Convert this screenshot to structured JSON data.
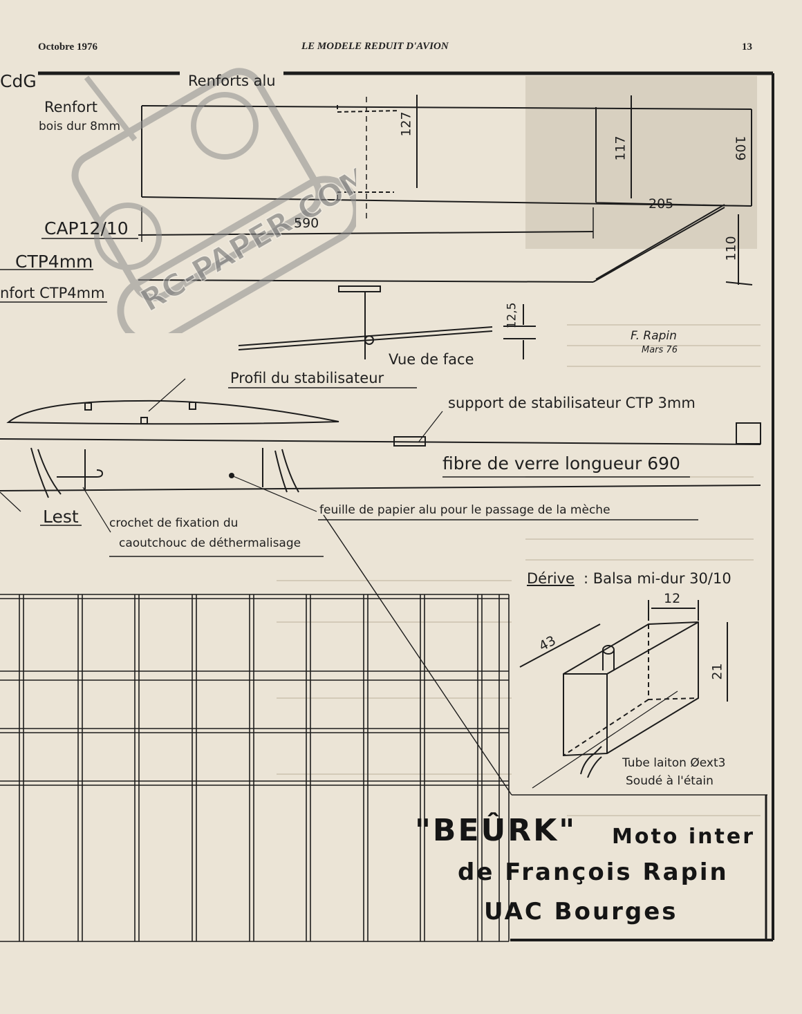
{
  "header": {
    "date": "Octobre 1976",
    "magazine": "LE MODELE REDUIT D'AVION",
    "page": "13"
  },
  "labels": {
    "cdg": "CdG",
    "renfort": "Renfort",
    "bois_dur": "bois dur 8mm",
    "renforts_alu": "Renforts alu",
    "cap": "CAP12/10",
    "ctp4": "CTP4mm",
    "renfort_ctp4": "nfort CTP4mm",
    "vue_de_face": "Vue de face",
    "signature": "F. Rapin",
    "signature_date": "Mars 76",
    "profil_stab": "Profil du stabilisateur",
    "support_stab": "support de stabilisateur CTP 3mm",
    "fibre_verre": "fibre de verre longueur 690",
    "lest": "Lest",
    "crochet_1": "crochet de fixation du",
    "crochet_2": "caoutchouc de déthermalisage",
    "feuille_alu": "feuille de papier alu pour le passage de la mèche",
    "derive_head": "Dérive",
    "derive_rest": ": Balsa mi-dur 30/10",
    "tube_1": "Tube laiton Øext3",
    "tube_2": "Soudé à l'étain"
  },
  "dimensions": {
    "d127": "127",
    "d117": "117",
    "d109": "109",
    "d205": "205",
    "d590": "590",
    "d110": "110",
    "d12_5": "12,5",
    "d12": "12",
    "d43": "43",
    "d21": "21"
  },
  "title_block": {
    "line1_name": "\"BEÛRK\"",
    "line1_rest": "Moto inter",
    "line2": "de François Rapin",
    "line3": "UAC Bourges"
  },
  "watermark": {
    "text": "RC-PAPER.COM"
  },
  "colors": {
    "paper": "#ebe4d6",
    "ink": "#1c1c1c",
    "stamp": "#9a9a9a"
  }
}
